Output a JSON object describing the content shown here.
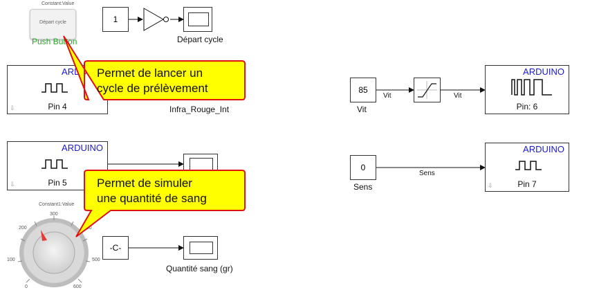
{
  "push_button": {
    "caption": "Constant:Value",
    "button_text": "Départ cycle",
    "label": "Push Button"
  },
  "constant_1": {
    "value": "1"
  },
  "scope_depart": {
    "label": "Départ cycle"
  },
  "callout_1": {
    "line1": "Permet de lancer un",
    "line2": "cycle de prélèvement"
  },
  "callout_2": {
    "line1": "Permet de simuler",
    "line2": "une quantité de sang"
  },
  "arduino_pin4": {
    "title": "ARDUINO",
    "pin": "Pin 4"
  },
  "infra_label": "Infra_Rouge_Int",
  "arduino_pin5": {
    "title": "ARDUINO",
    "pin": "Pin 5"
  },
  "knob": {
    "caption": "Constant1:Value",
    "ticks": [
      "0",
      "100",
      "200",
      "300",
      "400",
      "500",
      "600"
    ]
  },
  "constant_c": {
    "value": "-C-"
  },
  "scope_quantite": {
    "label": "Quantité sang (gr)"
  },
  "constant_vit": {
    "value": "85",
    "label": "Vit"
  },
  "vit_signal_1": "Vit",
  "vit_signal_2": "Vit",
  "arduino_pin6": {
    "title": "ARDUINO",
    "pin": "Pin: 6"
  },
  "constant_sens": {
    "value": "0",
    "label": "Sens"
  },
  "sens_signal": "Sens",
  "arduino_pin7": {
    "title": "ARDUINO",
    "pin": "Pin 7"
  },
  "colors": {
    "push_button_label": "#22aa22",
    "arduino_title": "#1a1acc",
    "callout_fill": "#ffff00",
    "callout_border": "#dd1111"
  }
}
